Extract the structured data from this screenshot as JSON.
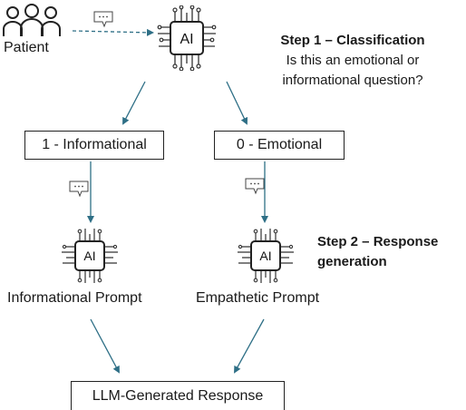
{
  "patient": {
    "label": "Patient"
  },
  "classifier": {
    "chip_text": "AI"
  },
  "step1": {
    "title": "Step 1 – Classification",
    "question_line1": "Is this an emotional or",
    "question_line2": "informational question?"
  },
  "branches": {
    "informational_label": "1 - Informational",
    "emotional_label": "0 - Emotional"
  },
  "prompts": {
    "informational_chip": "AI",
    "informational_label": "Informational Prompt",
    "empathetic_chip": "AI",
    "empathetic_label": "Empathetic Prompt"
  },
  "step2": {
    "title_line1": "Step 2 – Response",
    "title_line2": "generation"
  },
  "output": {
    "label": "LLM-Generated Response"
  },
  "colors": {
    "arrow": "#2e6f86",
    "ink": "#222222"
  }
}
